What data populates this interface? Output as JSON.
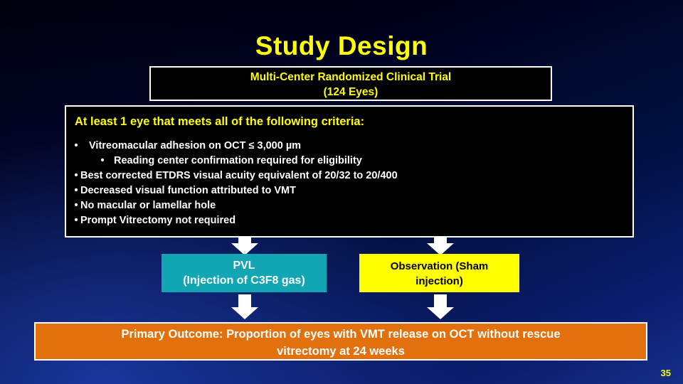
{
  "slide": {
    "title": "Study Design",
    "page_number": "35",
    "accent_colors": {
      "title": "#ffff00",
      "pvl_box": "#12a5b4",
      "observation_box": "#ffff00",
      "outcome_box": "#e2700c",
      "box_border": "#ffffff"
    }
  },
  "header_box": {
    "line1": "Multi-Center Randomized Clinical Trial",
    "line2": "(124 Eyes)"
  },
  "criteria_box": {
    "heading": "At least 1 eye that meets all of the following criteria:",
    "items": [
      {
        "level": 1,
        "bullet": "•",
        "text": "Vitreomacular adhesion on OCT ≤ 3,000 µm"
      },
      {
        "level": 2,
        "bullet": "•",
        "text": "Reading center confirmation required for eligibility"
      },
      {
        "level": 1,
        "bullet": "•",
        "text": "Best corrected ETDRS visual acuity equivalent of 20/32 to 20/400"
      },
      {
        "level": 1,
        "bullet": "•",
        "text": "Decreased visual function attributed to VMT"
      },
      {
        "level": 1,
        "bullet": "•",
        "text": "No macular or lamellar hole"
      },
      {
        "level": 1,
        "bullet": "•",
        "text": "Prompt Vitrectomy not required"
      }
    ]
  },
  "arms": {
    "treatment": {
      "line1": "PVL",
      "line2": "(Injection of C3F8 gas)"
    },
    "control": {
      "line1": "Observation (Sham",
      "line2": "injection)"
    }
  },
  "outcome_box": {
    "line1": "Primary Outcome: Proportion of eyes with VMT release on OCT without rescue",
    "line2": "vitrectomy at 24 weeks"
  }
}
